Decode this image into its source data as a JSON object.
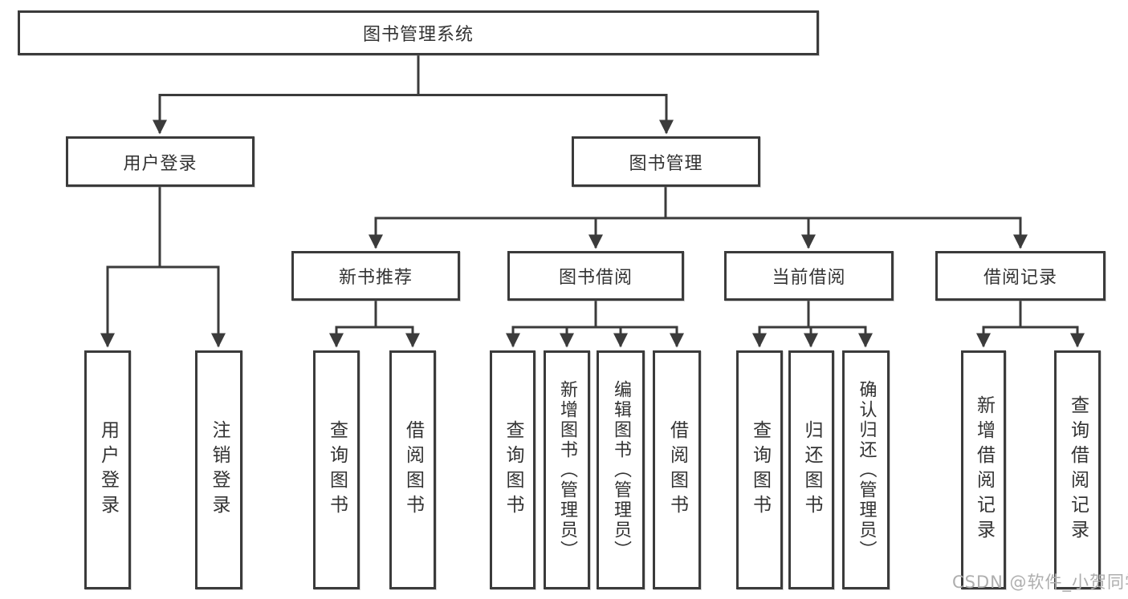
{
  "diagram": {
    "type": "hierarchy-diagram",
    "root": {
      "label": "图书管理系统"
    },
    "branches": [
      {
        "label": "用户登录",
        "children": [
          {
            "label": "用户登录"
          },
          {
            "label": "注销登录"
          }
        ]
      },
      {
        "label": "图书管理",
        "children": [
          {
            "label": "新书推荐",
            "children": [
              {
                "label": "查询图书"
              },
              {
                "label": "借阅图书"
              }
            ]
          },
          {
            "label": "图书借阅",
            "children": [
              {
                "label": "查询图书"
              },
              {
                "label": "新增图书（管理员）"
              },
              {
                "label": "编辑图书（管理员）"
              },
              {
                "label": "借阅图书"
              }
            ]
          },
          {
            "label": "当前借阅",
            "children": [
              {
                "label": "查询图书"
              },
              {
                "label": "归还图书"
              },
              {
                "label": "确认归还（管理员）"
              }
            ]
          },
          {
            "label": "借阅记录",
            "children": [
              {
                "label": "新增借阅记录"
              },
              {
                "label": "查询借阅记录"
              }
            ]
          }
        ]
      }
    ],
    "watermark": "CSDN @软件_小贺同学",
    "colors": {
      "line": "#3b3b3b",
      "box_border": "#3b3b3b",
      "text": "#333333",
      "watermark": "#aeaeae",
      "background": "#ffffff"
    }
  }
}
